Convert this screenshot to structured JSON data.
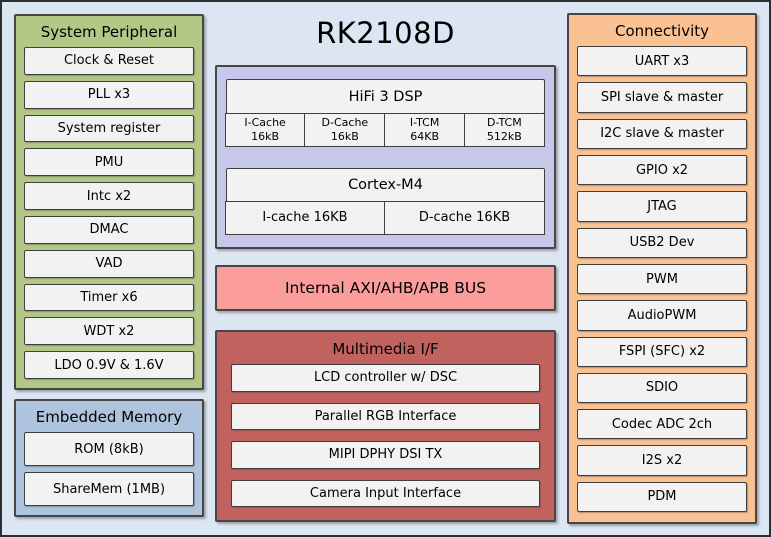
{
  "title": "RK2108D",
  "colors": {
    "background": "#dce5f2",
    "system_peripheral_panel": "#b3c887",
    "embedded_memory_panel": "#aec4de",
    "cpu_panel": "#c6c7e9",
    "bus_block": "#fa9d9b",
    "multimedia_panel": "#c2625f",
    "connectivity_panel": "#fac192",
    "item_box_fill": "#f2f2f2",
    "border": "#3f3f3f"
  },
  "system_peripheral": {
    "title": "System Peripheral",
    "items": [
      "Clock & Reset",
      "PLL x3",
      "System register",
      "PMU",
      "Intc x2",
      "DMAC",
      "VAD",
      "Timer x6",
      "WDT x2",
      "LDO 0.9V & 1.6V"
    ]
  },
  "embedded_memory": {
    "title": "Embedded Memory",
    "items": [
      "ROM (8kB)",
      "ShareMem (1MB)"
    ]
  },
  "dsp": {
    "title": "HiFi 3 DSP",
    "cells": [
      {
        "name": "I-Cache",
        "size": "16kB"
      },
      {
        "name": "D-Cache",
        "size": "16kB"
      },
      {
        "name": "I-TCM",
        "size": "64KB"
      },
      {
        "name": "D-TCM",
        "size": "512kB"
      }
    ]
  },
  "cortex": {
    "title": "Cortex-M4",
    "cells": [
      "I-cache 16KB",
      "D-cache 16KB"
    ]
  },
  "bus": {
    "label": "Internal AXI/AHB/APB BUS"
  },
  "multimedia": {
    "title": "Multimedia I/F",
    "items": [
      "LCD controller w/ DSC",
      "Parallel RGB Interface",
      "MIPI DPHY DSI TX",
      "Camera Input Interface"
    ]
  },
  "connectivity": {
    "title": "Connectivity",
    "items": [
      "UART x3",
      "SPI slave & master",
      "I2C slave & master",
      "GPIO x2",
      "JTAG",
      "USB2 Dev",
      "PWM",
      "AudioPWM",
      "FSPI (SFC)  x2",
      "SDIO",
      "Codec ADC 2ch",
      "I2S x2",
      "PDM"
    ]
  }
}
